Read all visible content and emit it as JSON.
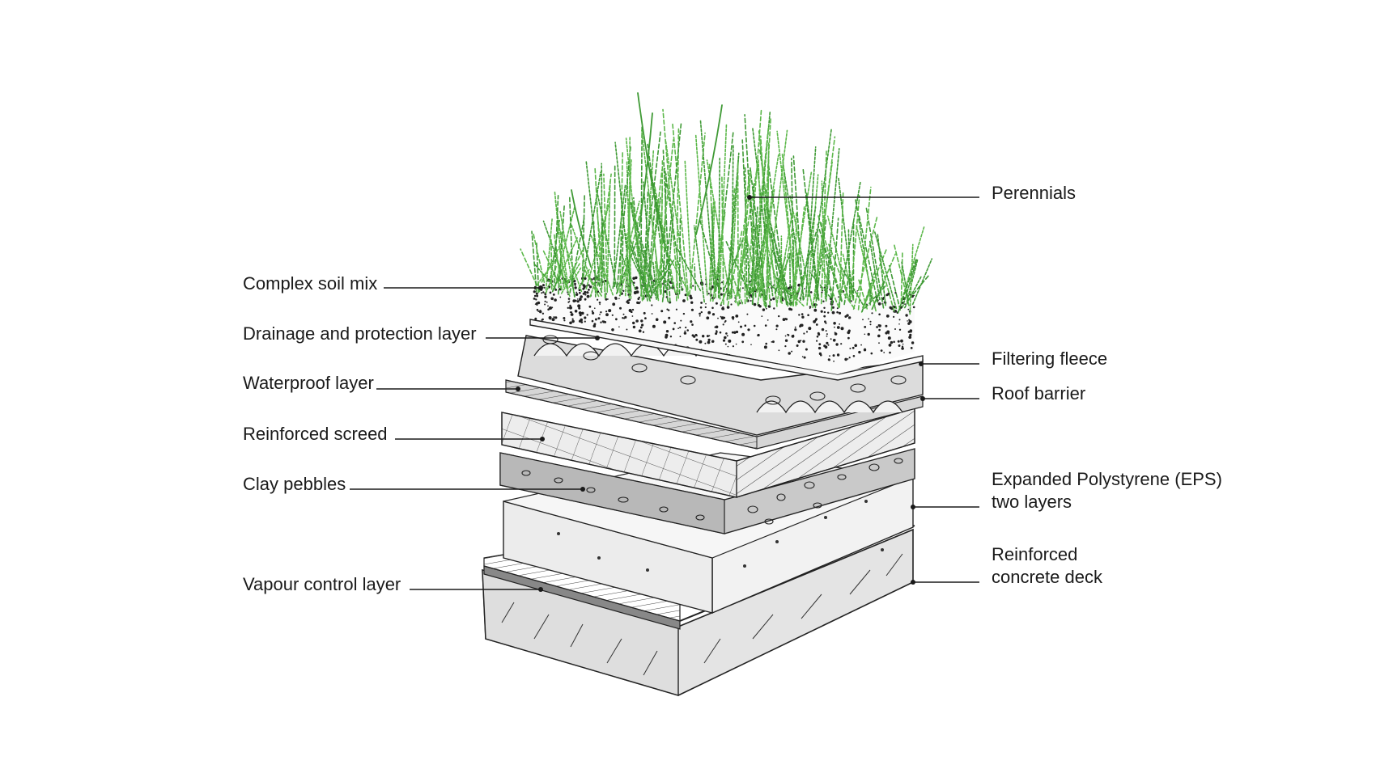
{
  "left_labels": [
    {
      "id": "soil",
      "text": "Complex soil mix"
    },
    {
      "id": "drainage",
      "text": "Drainage and protection layer"
    },
    {
      "id": "waterproof",
      "text": "Waterproof layer"
    },
    {
      "id": "screed",
      "text": "Reinforced screed"
    },
    {
      "id": "clay",
      "text": "Clay pebbles"
    },
    {
      "id": "vapour",
      "text": "Vapour control layer"
    }
  ],
  "right_labels": [
    {
      "id": "perennials",
      "lines": [
        "Perennials"
      ]
    },
    {
      "id": "fleece",
      "lines": [
        "Filtering fleece"
      ]
    },
    {
      "id": "barrier",
      "lines": [
        "Roof barrier"
      ]
    },
    {
      "id": "eps",
      "lines": [
        "Expanded Polystyrene (EPS)",
        "two layers"
      ]
    },
    {
      "id": "deck",
      "lines": [
        "Reinforced",
        "concrete deck"
      ]
    }
  ],
  "colors": {
    "ink": "#1a1a1a",
    "plants": "#5cb84a",
    "plants_dark": "#3f9a35",
    "concrete": "#e4e4e4",
    "eps": "#efefef",
    "clay": "#c4c4c4",
    "screed": "#ededed",
    "drainage": "#d8d8d8"
  }
}
